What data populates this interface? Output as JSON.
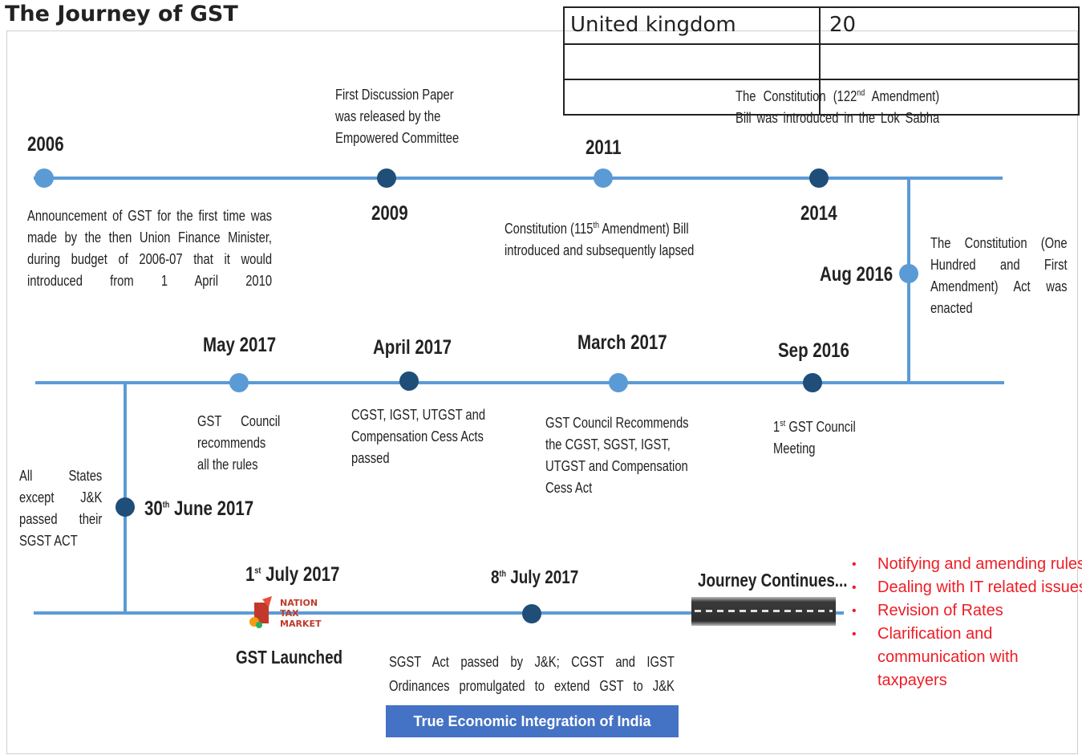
{
  "page_title": "The Journey of GST",
  "table": {
    "rows": [
      [
        "United kingdom",
        "20"
      ],
      [
        "",
        ""
      ],
      [
        "",
        ""
      ]
    ]
  },
  "timeline": {
    "row1": [
      {
        "year": "2006",
        "desc": "Announcement of GST for the first time was made by the then Union Finance Minister, during budget of 2006-07 that it would introduced from 1 April 2010"
      },
      {
        "year": "2009",
        "desc": "First Discussion Paper was released by the Empowered Committee"
      },
      {
        "year": "2011",
        "desc": "Constitution (115th Amendment) Bill introduced and subsequently lapsed"
      },
      {
        "year": "2014",
        "desc": "The Constitution (122nd Amendment) Bill was introduced in the Lok Sabha"
      }
    ],
    "aug2016": {
      "year": "Aug 2016",
      "desc": "The Constitution (One Hundred and First Amendment) Act was enacted"
    },
    "row2": [
      {
        "year": "May 2017",
        "desc": "GST Council recommends all the rules"
      },
      {
        "year": "April 2017",
        "desc": "CGST, IGST, UTGST and Compensation Cess Acts passed"
      },
      {
        "year": "March 2017",
        "desc": "GST Council Recommends the CGST, SGST, IGST, UTGST and Compensation Cess Act"
      },
      {
        "year": "Sep 2016",
        "desc": "1st GST Council Meeting"
      }
    ],
    "june2017": {
      "year": "30th June 2017",
      "desc": "All States except J&K passed their SGST ACT"
    },
    "row3": [
      {
        "year": "1st July 2017",
        "caption": "GST Launched"
      },
      {
        "year": "8th July 2017",
        "desc": "SGST Act passed by J&K; CGST and IGST Ordinances promulgated to extend GST to J&K"
      },
      {
        "year": "Journey Continues..."
      }
    ],
    "banner": "True Economic Integration of India",
    "future": [
      "Notifying and amending rules",
      "Dealing with IT related issues",
      "Revision of Rates",
      "Clarification and communication with taxpayers"
    ]
  },
  "logo_text": [
    "NATION",
    "TAX",
    "MARKET"
  ],
  "colors": {
    "line": "#5b9bd5",
    "dot_dark": "#1f4e79",
    "red": "#ee1c25",
    "banner": "#4472c4"
  }
}
